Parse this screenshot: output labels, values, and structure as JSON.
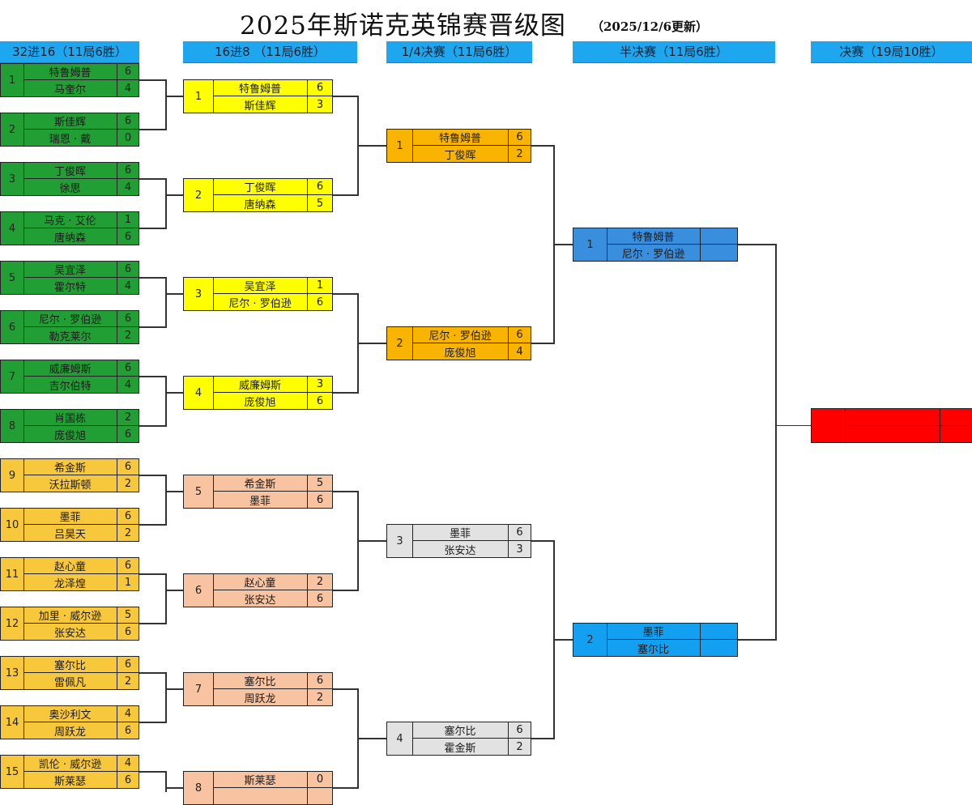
{
  "title": "2025年斯诺克英锦赛晋级图",
  "subtitle": "（2025/12/6更新）",
  "rounds": [
    {
      "header": "32进16（11局6胜）",
      "matches": [
        {
          "num": "1",
          "color": "#229f34",
          "players": [
            {
              "name": "特鲁姆普",
              "score": "6"
            },
            {
              "name": "马奎尔",
              "score": "4"
            }
          ]
        },
        {
          "num": "2",
          "color": "#229f34",
          "players": [
            {
              "name": "斯佳辉",
              "score": "6"
            },
            {
              "name": "瑞恩 · 戴",
              "score": "0"
            }
          ]
        },
        {
          "num": "3",
          "color": "#229f34",
          "players": [
            {
              "name": "丁俊晖",
              "score": "6"
            },
            {
              "name": "徐思",
              "score": "4"
            }
          ]
        },
        {
          "num": "4",
          "color": "#229f34",
          "players": [
            {
              "name": "马克 · 艾伦",
              "score": "1"
            },
            {
              "name": "唐纳森",
              "score": "6"
            }
          ]
        },
        {
          "num": "5",
          "color": "#229f34",
          "players": [
            {
              "name": "吴宜泽",
              "score": "6"
            },
            {
              "name": "霍尔特",
              "score": "4"
            }
          ]
        },
        {
          "num": "6",
          "color": "#229f34",
          "players": [
            {
              "name": "尼尔 · 罗伯逊",
              "score": "6"
            },
            {
              "name": "勒克莱尔",
              "score": "2"
            }
          ]
        },
        {
          "num": "7",
          "color": "#229f34",
          "players": [
            {
              "name": "威廉姆斯",
              "score": "6"
            },
            {
              "name": "吉尔伯特",
              "score": "4"
            }
          ]
        },
        {
          "num": "8",
          "color": "#229f34",
          "players": [
            {
              "name": "肖国栋",
              "score": "2"
            },
            {
              "name": "庞俊旭",
              "score": "6"
            }
          ]
        },
        {
          "num": "9",
          "color": "#f8c83c",
          "players": [
            {
              "name": "希金斯",
              "score": "6"
            },
            {
              "name": "沃拉斯顿",
              "score": "2"
            }
          ]
        },
        {
          "num": "10",
          "color": "#f8c83c",
          "players": [
            {
              "name": "墨菲",
              "score": "6"
            },
            {
              "name": "吕昊天",
              "score": "2"
            }
          ]
        },
        {
          "num": "11",
          "color": "#f8c83c",
          "players": [
            {
              "name": "赵心童",
              "score": "6"
            },
            {
              "name": "龙泽煌",
              "score": "1"
            }
          ]
        },
        {
          "num": "12",
          "color": "#f8c83c",
          "players": [
            {
              "name": "加里 · 威尔逊",
              "score": "5"
            },
            {
              "name": "张安达",
              "score": "6"
            }
          ]
        },
        {
          "num": "13",
          "color": "#f8c83c",
          "players": [
            {
              "name": "塞尔比",
              "score": "6"
            },
            {
              "name": "雷佩凡",
              "score": "2"
            }
          ]
        },
        {
          "num": "14",
          "color": "#f8c83c",
          "players": [
            {
              "name": "奥沙利文",
              "score": "4"
            },
            {
              "name": "周跃龙",
              "score": "6"
            }
          ]
        },
        {
          "num": "15",
          "color": "#f8c83c",
          "players": [
            {
              "name": "凯伦 · 威尔逊",
              "score": "4"
            },
            {
              "name": "斯莱瑟",
              "score": "6"
            }
          ]
        }
      ]
    },
    {
      "header": "16进8  （11局6胜）",
      "matches": [
        {
          "num": "1",
          "color": "#ffff00",
          "players": [
            {
              "name": "特鲁姆普",
              "score": "6"
            },
            {
              "name": "斯佳辉",
              "score": "3"
            }
          ]
        },
        {
          "num": "2",
          "color": "#ffff00",
          "players": [
            {
              "name": "丁俊晖",
              "score": "6"
            },
            {
              "name": "唐纳森",
              "score": "5"
            }
          ]
        },
        {
          "num": "3",
          "color": "#ffff00",
          "players": [
            {
              "name": "吴宜泽",
              "score": "1"
            },
            {
              "name": "尼尔 · 罗伯逊",
              "score": "6"
            }
          ]
        },
        {
          "num": "4",
          "color": "#ffff00",
          "players": [
            {
              "name": "威廉姆斯",
              "score": "3"
            },
            {
              "name": "庞俊旭",
              "score": "6"
            }
          ]
        },
        {
          "num": "5",
          "color": "#f8c3a0",
          "players": [
            {
              "name": "希金斯",
              "score": "5"
            },
            {
              "name": "墨菲",
              "score": "6"
            }
          ]
        },
        {
          "num": "6",
          "color": "#f8c3a0",
          "players": [
            {
              "name": "赵心童",
              "score": "2"
            },
            {
              "name": "张安达",
              "score": "6"
            }
          ]
        },
        {
          "num": "7",
          "color": "#f8c3a0",
          "players": [
            {
              "name": "塞尔比",
              "score": "6"
            },
            {
              "name": "周跃龙",
              "score": "2"
            }
          ]
        },
        {
          "num": "8",
          "color": "#f8c3a0",
          "players": [
            {
              "name": "斯莱瑟",
              "score": "0"
            },
            {
              "name": "",
              "score": ""
            }
          ]
        }
      ]
    },
    {
      "header": "1/4决赛（11局6胜）",
      "matches": [
        {
          "num": "1",
          "color": "#f8b400",
          "players": [
            {
              "name": "特鲁姆普",
              "score": "6"
            },
            {
              "name": "丁俊晖",
              "score": "2"
            }
          ]
        },
        {
          "num": "2",
          "color": "#f8b400",
          "players": [
            {
              "name": "尼尔 · 罗伯逊",
              "score": "6"
            },
            {
              "name": "庞俊旭",
              "score": "4"
            }
          ]
        },
        {
          "num": "3",
          "color": "#e2e2e2",
          "players": [
            {
              "name": "墨菲",
              "score": "6"
            },
            {
              "name": "张安达",
              "score": "3"
            }
          ]
        },
        {
          "num": "4",
          "color": "#e2e2e2",
          "players": [
            {
              "name": "塞尔比",
              "score": "6"
            },
            {
              "name": "霍金斯",
              "score": "2"
            }
          ]
        }
      ]
    },
    {
      "header": "半决赛（11局6胜）",
      "matches": [
        {
          "num": "1",
          "color": "#3a8ede",
          "players": [
            {
              "name": "特鲁姆普",
              "score": ""
            },
            {
              "name": "尼尔 · 罗伯逊",
              "score": ""
            }
          ]
        },
        {
          "num": "2",
          "color": "#14a0f0",
          "players": [
            {
              "name": "墨菲",
              "score": ""
            },
            {
              "name": "塞尔比",
              "score": ""
            }
          ]
        }
      ]
    },
    {
      "header": "决赛（19局10胜）",
      "matches": [
        {
          "num": "",
          "color": "#ff0000",
          "players": [
            {
              "name": "",
              "score": ""
            },
            {
              "name": "",
              "score": ""
            }
          ]
        }
      ]
    }
  ]
}
